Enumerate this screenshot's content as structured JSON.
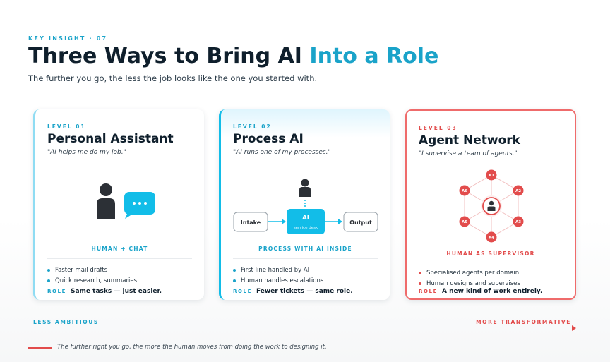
{
  "header": {
    "eyebrow": "KEY INSIGHT · 07",
    "title_main": "Three Ways to Bring AI ",
    "title_accent": "Into a Role",
    "subtitle": "The further you go, the less the job looks like the one you started with."
  },
  "colors": {
    "accent_blue": "#1aa3c9",
    "bright_blue": "#12bde8",
    "accent_red": "#e24c4c",
    "ink": "#0f1f2c"
  },
  "cards": [
    {
      "level": "LEVEL 01",
      "title": "Personal Assistant",
      "quote": "\"AI helps me do my job.\"",
      "illustration_label": "HUMAN + CHAT",
      "bullets": [
        "Faster mail drafts",
        "Quick research, summaries"
      ],
      "role_key": "ROLE",
      "role_text": "Same tasks — just easier.",
      "icons": [
        "person-icon",
        "chat-bubble-icon"
      ]
    },
    {
      "level": "LEVEL 02",
      "title": "Process AI",
      "quote": "\"AI runs one of my processes.\"",
      "illustration_label": "PROCESS WITH AI INSIDE",
      "bullets": [
        "First line handled by AI",
        "Human handles escalations"
      ],
      "role_key": "ROLE",
      "role_text": "Fewer tickets — same role.",
      "flow": {
        "intake": "Intake",
        "ai": "AI",
        "ai_sub": "service desk",
        "output": "Output"
      },
      "icons": [
        "person-icon"
      ]
    },
    {
      "level": "LEVEL 03",
      "title": "Agent Network",
      "quote": "\"I supervise a team of agents.\"",
      "illustration_label": "HUMAN AS SUPERVISOR",
      "bullets": [
        "Specialised agents per domain",
        "Human designs and supervises"
      ],
      "role_key": "ROLE",
      "role_text": "A new kind of work entirely.",
      "agents": [
        "A1",
        "A2",
        "A3",
        "A4",
        "A5",
        "A6"
      ],
      "icons": [
        "supervisor-icon"
      ]
    }
  ],
  "scale": {
    "left_label": "LESS AMBITIOUS",
    "right_label": "MORE TRANSFORMATIVE"
  },
  "footnote": "The further right you go, the more the human moves from doing the work to designing it."
}
